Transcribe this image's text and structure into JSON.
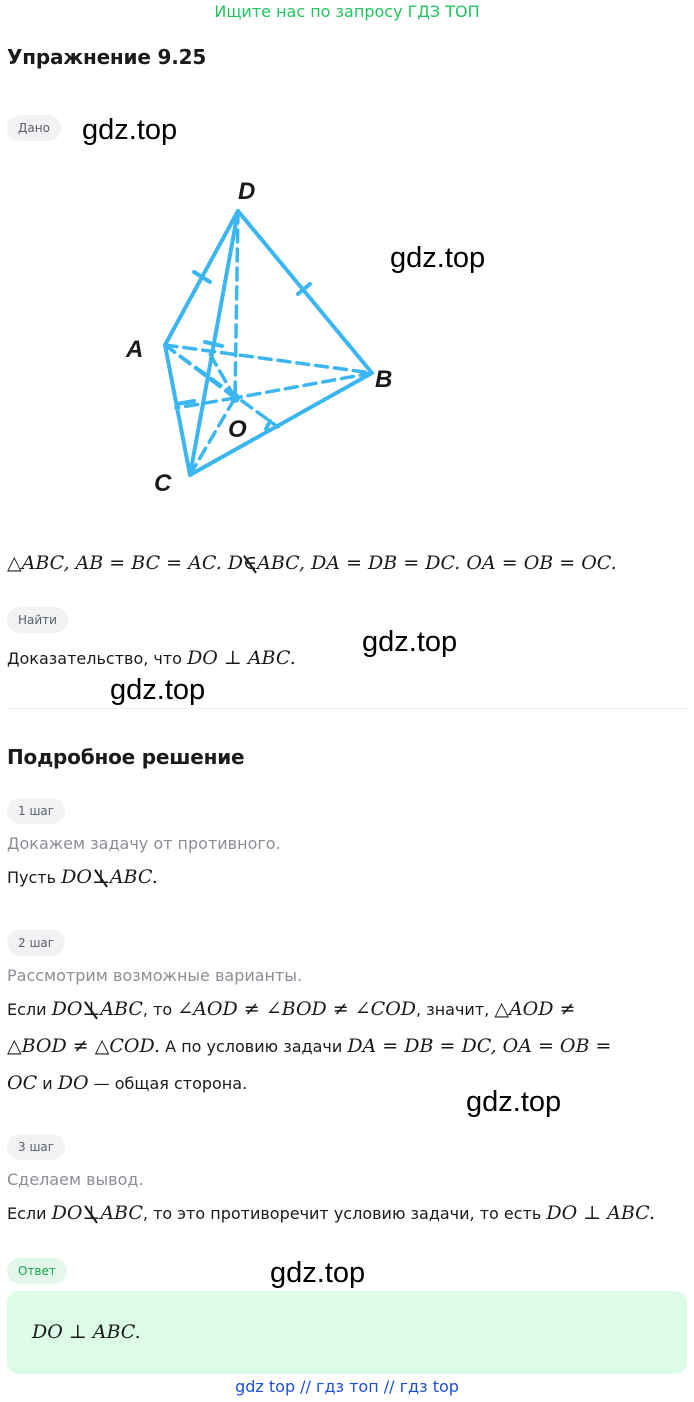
{
  "top_banner": "Ищите нас по запросу ГДЗ ТОП",
  "title": "Упражнение 9.25",
  "given_label": "Дано",
  "watermark": "gdz.top",
  "figure": {
    "labels": {
      "D": "D",
      "A": "A",
      "B": "B",
      "O": "O",
      "C": "C"
    },
    "color": "#3bb6f0"
  },
  "given": {
    "p1": "△ABC, AB = BC = AC. D",
    "p2": "ABC, DA = DB = DC. OA = OB = OC."
  },
  "find_label": "Найти",
  "find": {
    "text": "Доказательство, что",
    "math": "DO ⊥ ABC."
  },
  "solution_title": "Подробное решение",
  "steps": [
    {
      "label": "1 шаг",
      "hint": "Докажем задачу от противного.",
      "text_a": "Пусть",
      "m1": "DO",
      "m2": "ABC",
      "end": "."
    },
    {
      "label": "2 шаг",
      "hint": "Рассмотрим возможные варианты.",
      "l1_a": "Если",
      "l1_m1": "DO",
      "l1_m2": "ABC",
      "l1_b": ", то",
      "l1_m3": "∠AOD ≠ ∠BOD ≠ ∠COD",
      "l1_c": ", значит,",
      "l1_m4": "△AOD ≠",
      "l2_m1": "△BOD ≠ △COD.",
      "l2_a": "А по условию задачи",
      "l2_m2": "DA = DB = DC, OA = OB =",
      "l3_m1": "OC",
      "l3_a": "и",
      "l3_m2": "DO",
      "l3_b": "— общая сторона."
    },
    {
      "label": "3 шаг",
      "hint": "Сделаем вывод.",
      "a": "Если",
      "m1": "DO",
      "m2": "ABC",
      "b": ", то это противоречит условию задачи, то есть",
      "m3": "DO ⊥ ABC."
    }
  ],
  "answer_label": "Ответ",
  "answer": "DO ⊥ ABC.",
  "footer": "gdz top  //  гдз топ  //  гдз top",
  "colors": {
    "banner": "#22c55e",
    "footer": "#1d4ed8",
    "answer_bg": "#dcfce7",
    "figure": "#3bb6f0"
  }
}
